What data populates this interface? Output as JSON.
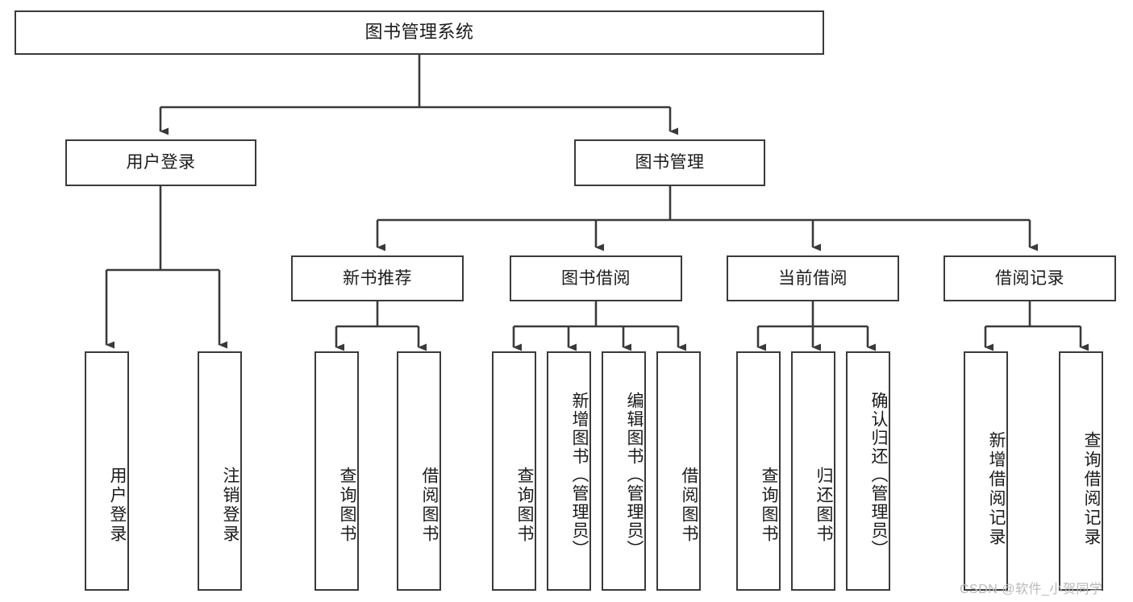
{
  "diagram": {
    "title": "图书管理系统",
    "type": "hierarchy-tree",
    "background": "#ffffff",
    "box_border_color": "#3a3a3a",
    "line_color": "#3a3a3a",
    "text_color": "#1b1b1b"
  },
  "root": {
    "label": "图书管理系统"
  },
  "level2": [
    {
      "label": "用户登录"
    },
    {
      "label": "图书管理"
    }
  ],
  "level3": [
    {
      "label": "新书推荐"
    },
    {
      "label": "图书借阅"
    },
    {
      "label": "当前借阅"
    },
    {
      "label": "借阅记录"
    }
  ],
  "leaves": {
    "user_login": [
      {
        "label": "用户登录"
      },
      {
        "label": "注销登录"
      }
    ],
    "new_book": [
      {
        "label": "查询图书"
      },
      {
        "label": "借阅图书"
      }
    ],
    "book_borrow": [
      {
        "label": "查询图书"
      },
      {
        "label": "新增图书（管理员）"
      },
      {
        "label": "编辑图书（管理员）"
      },
      {
        "label": "借阅图书"
      }
    ],
    "current_borrow": [
      {
        "label": "查询图书"
      },
      {
        "label": "归还图书"
      },
      {
        "label": "确认归还（管理员）"
      }
    ],
    "borrow_record": [
      {
        "label": "新增借阅记录"
      },
      {
        "label": "查询借阅记录"
      }
    ]
  },
  "watermark": {
    "text": "CSDN @软件_小贺同学"
  }
}
